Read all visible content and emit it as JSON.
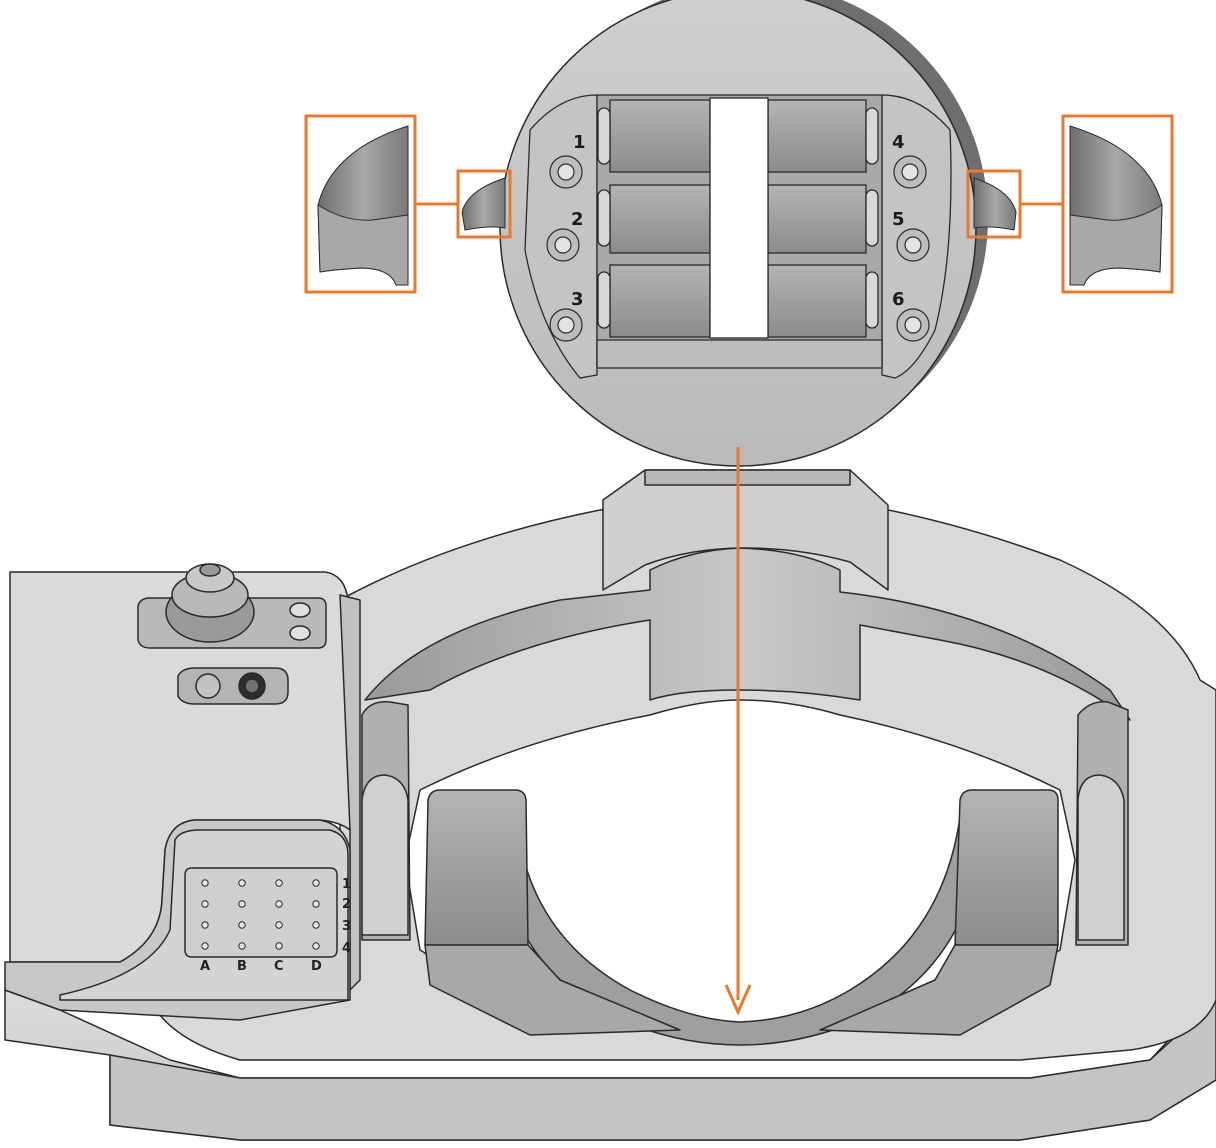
{
  "detail_view": {
    "slot_numbers": [
      "1",
      "2",
      "3",
      "4",
      "5",
      "6"
    ]
  },
  "grid_plate": {
    "row_labels": [
      "1",
      "2",
      "3",
      "4"
    ],
    "column_labels": [
      "A",
      "B",
      "C",
      "D"
    ]
  },
  "colors": {
    "callout_accent": "#e8792f",
    "metal_light": "#d4d4d4",
    "metal_mid": "#bdbdbd",
    "metal_dark": "#8e8e8e",
    "outline": "#2a2a2a"
  }
}
